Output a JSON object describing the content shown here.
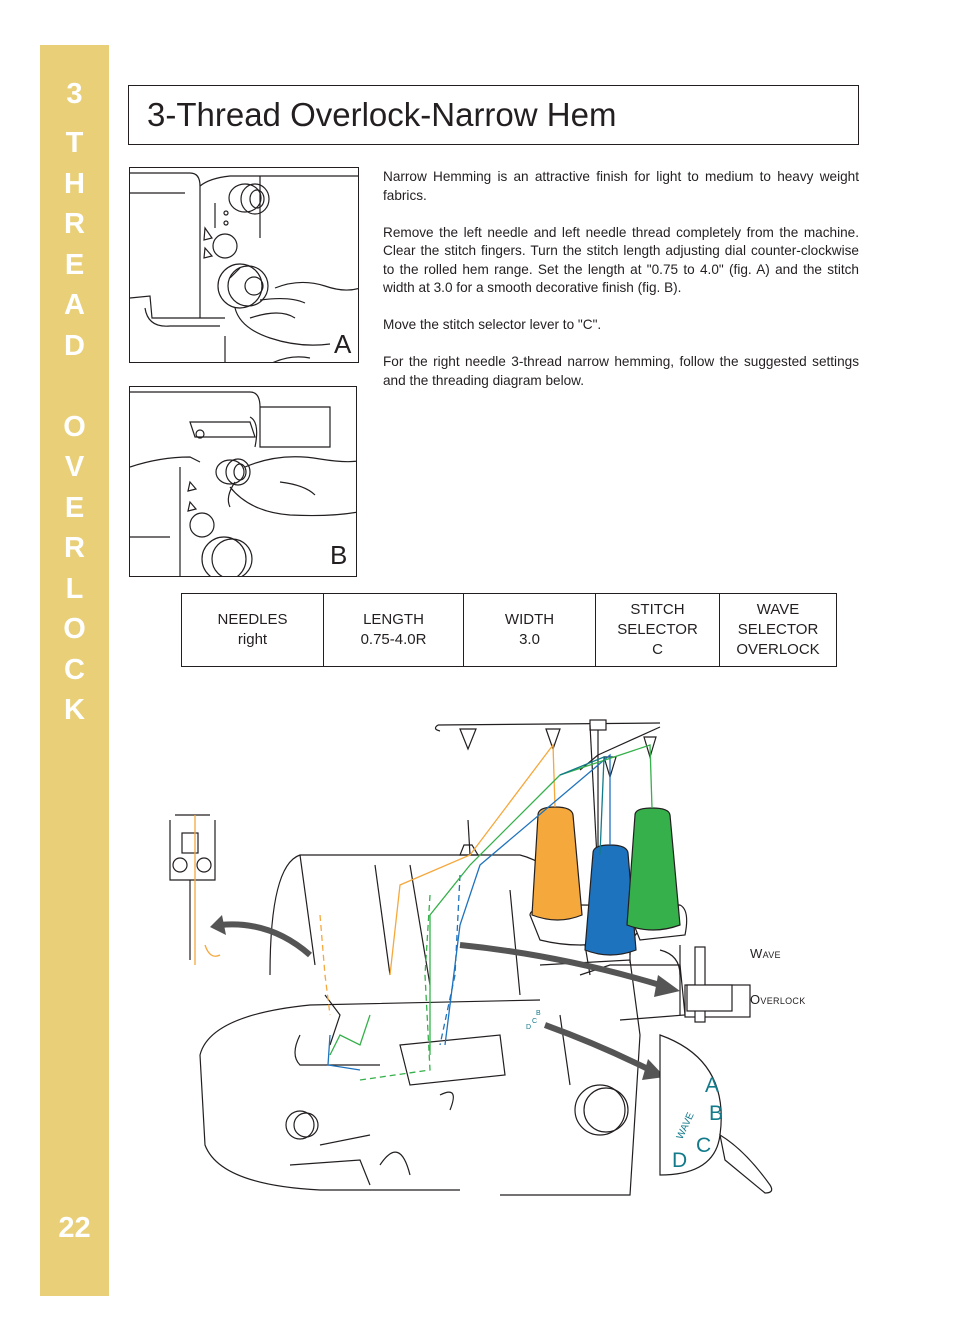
{
  "sidebar": {
    "chapter_number": "3",
    "letters": [
      "T",
      "H",
      "R",
      "E",
      "A",
      "D",
      "",
      "O",
      "V",
      "E",
      "R",
      "L",
      "O",
      "C",
      "K"
    ],
    "page_number": "22",
    "color": "#e8cf78"
  },
  "page_title": "3-Thread Overlock-Narrow Hem",
  "figures": {
    "a_label": "A",
    "b_label": "B"
  },
  "paragraphs": [
    "Narrow Hemming is an attractive finish for light to medium to heavy weight  fabrics.",
    "Remove the left needle and left needle thread completely from the machine.  Clear the stitch fingers.  Turn the stitch length adjusting dial counter-clockwise to the rolled hem range.  Set the length at \"0.75 to 4.0\" (fig. A) and the stitch width at 3.0 for a smooth decorative finish (fig. B).",
    "Move the stitch selector lever to \"C\".",
    "For the right needle 3-thread narrow hemming, follow the suggested settings and the threading diagram below."
  ],
  "settings": [
    {
      "lines": [
        "NEEDLES",
        "right"
      ]
    },
    {
      "lines": [
        "LENGTH",
        "0.75-4.0R"
      ]
    },
    {
      "lines": [
        "WIDTH",
        "3.0"
      ]
    },
    {
      "lines": [
        "STITCH",
        "SELECTOR",
        "C"
      ]
    },
    {
      "lines": [
        "WAVE",
        "SELECTOR",
        "OVERLOCK"
      ]
    }
  ],
  "diagram": {
    "wave_label": "Wave",
    "overlock_label": "Overlock",
    "dial_letters": [
      "A",
      "B",
      "C",
      "D"
    ],
    "dial_word": "WAVE",
    "dial_small_letters": [
      "B",
      "C",
      "D"
    ],
    "thread_colors": {
      "orange": "#f5a83c",
      "blue": "#1e73be",
      "green": "#35b04a",
      "teal": "#117a8b"
    }
  }
}
